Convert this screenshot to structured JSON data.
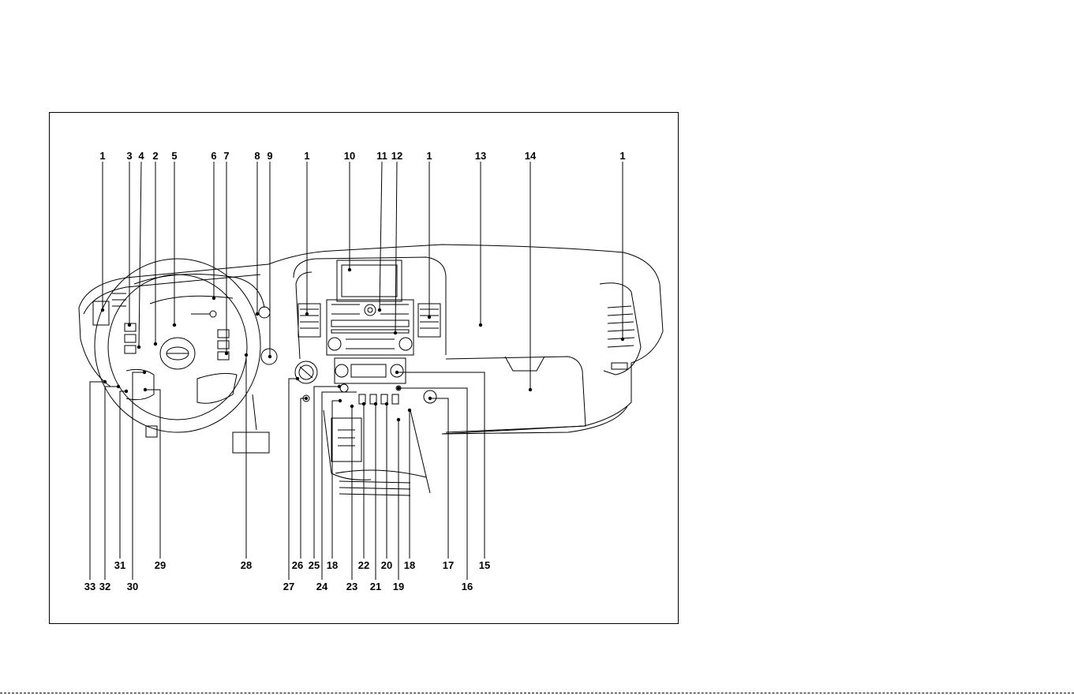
{
  "figure": {
    "top_callouts": [
      {
        "id": "t1",
        "label": "1"
      },
      {
        "id": "t3",
        "label": "3"
      },
      {
        "id": "t4",
        "label": "4"
      },
      {
        "id": "t2",
        "label": "2"
      },
      {
        "id": "t5",
        "label": "5"
      },
      {
        "id": "t6",
        "label": "6"
      },
      {
        "id": "t7",
        "label": "7"
      },
      {
        "id": "t8",
        "label": "8"
      },
      {
        "id": "t9",
        "label": "9"
      },
      {
        "id": "t1b",
        "label": "1"
      },
      {
        "id": "t10",
        "label": "10"
      },
      {
        "id": "t11",
        "label": "11"
      },
      {
        "id": "t12",
        "label": "12"
      },
      {
        "id": "t1c",
        "label": "1"
      },
      {
        "id": "t13",
        "label": "13"
      },
      {
        "id": "t14",
        "label": "14"
      },
      {
        "id": "t1d",
        "label": "1"
      }
    ],
    "bottom_row1": [
      {
        "id": "b31",
        "label": "31"
      },
      {
        "id": "b29",
        "label": "29"
      },
      {
        "id": "b28",
        "label": "28"
      },
      {
        "id": "b26",
        "label": "26"
      },
      {
        "id": "b25",
        "label": "25"
      },
      {
        "id": "b18",
        "label": "18"
      },
      {
        "id": "b22",
        "label": "22"
      },
      {
        "id": "b20",
        "label": "20"
      },
      {
        "id": "b18b",
        "label": "18"
      },
      {
        "id": "b17",
        "label": "17"
      },
      {
        "id": "b15",
        "label": "15"
      }
    ],
    "bottom_row2": [
      {
        "id": "b33",
        "label": "33"
      },
      {
        "id": "b32",
        "label": "32"
      },
      {
        "id": "b30",
        "label": "30"
      },
      {
        "id": "b27",
        "label": "27"
      },
      {
        "id": "b24",
        "label": "24"
      },
      {
        "id": "b23",
        "label": "23"
      },
      {
        "id": "b21",
        "label": "21"
      },
      {
        "id": "b19",
        "label": "19"
      },
      {
        "id": "b16",
        "label": "16"
      }
    ]
  }
}
